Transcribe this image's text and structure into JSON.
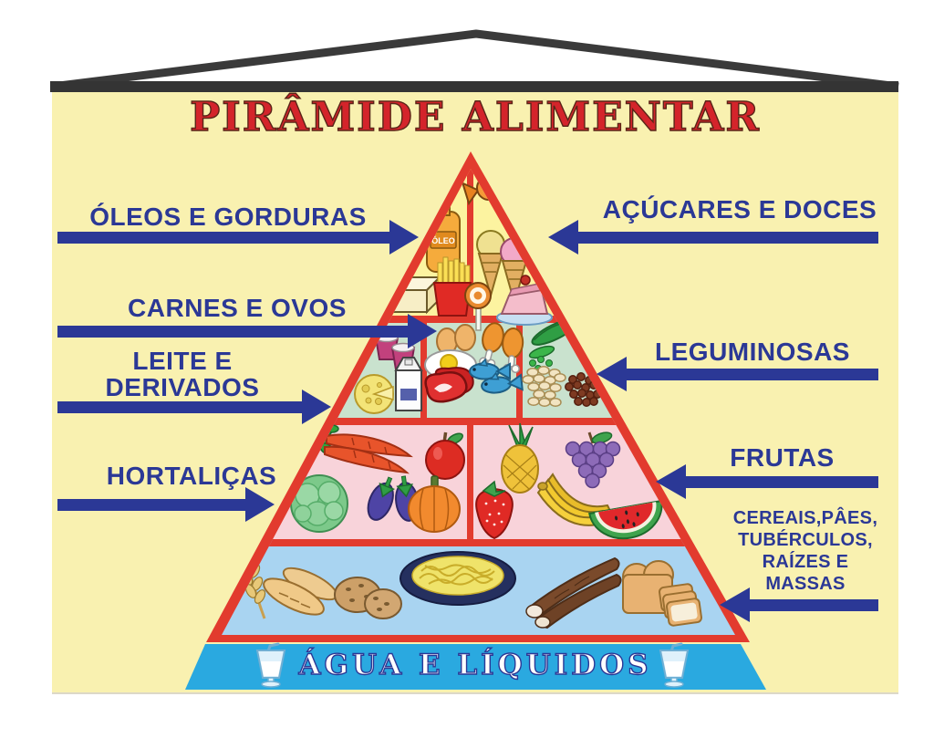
{
  "title": "PIRÂMIDE ALIMENTAR",
  "colors": {
    "poster_background": "#F9F1B0",
    "pyramid_border_red": "#E23B2E",
    "label_navy": "#2B3896",
    "title_red": "#D4242B",
    "water_band_blue": "#2AA9E0",
    "level_oils_sweets": "#FCF3A0",
    "level_dairy_meat_legumes": "#C9E2CE",
    "level_vegetables_fruits": "#F8D3DA",
    "level_cereals": "#A9D4F1"
  },
  "labels": {
    "left": [
      {
        "id": "oleos-e-gorduras",
        "lines": [
          "ÓLEOS E GORDURAS"
        ]
      },
      {
        "id": "carnes-e-ovos",
        "lines": [
          "CARNES E OVOS"
        ]
      },
      {
        "id": "leite-e-derivados",
        "lines": [
          "LEITE E",
          "DERIVADOS"
        ]
      },
      {
        "id": "hortalicas",
        "lines": [
          "HORTALIÇAS"
        ]
      }
    ],
    "right": [
      {
        "id": "acucares-e-doces",
        "lines": [
          "AÇÚCARES E DOCES"
        ]
      },
      {
        "id": "leguminosas",
        "lines": [
          "LEGUMINOSAS"
        ]
      },
      {
        "id": "frutas",
        "lines": [
          "FRUTAS"
        ]
      },
      {
        "id": "cereais-paes-tuberculos-raizes-e-massas",
        "lines": [
          "CEREAIS,PÂES,",
          "TUBÉRCULOS,",
          "RAÍZES E",
          "MASSAS"
        ]
      }
    ]
  },
  "water_band": {
    "label": "ÁGUA E LÍQUIDOS"
  },
  "pyramid": {
    "oil_bottle_label": "ÓLEO",
    "levels": [
      {
        "name": "oils-and-sweets",
        "icons": [
          "oil-bottle-icon",
          "butter-icon",
          "french-fries-icon",
          "candy-icon",
          "ice-cream-cones-icon",
          "lollipop-icon",
          "cake-slice-icon"
        ]
      },
      {
        "name": "dairy-meat-eggs-legumes",
        "icons": [
          "yogurt-cups-icon",
          "milk-carton-icon",
          "cheese-icon",
          "eggs-icon",
          "chicken-drumsticks-icon",
          "steak-icon",
          "fish-icon",
          "pea-pod-icon",
          "white-beans-icon",
          "brown-beans-icon"
        ]
      },
      {
        "name": "vegetables-and-fruits",
        "icons": [
          "carrots-icon",
          "apple-icon",
          "lettuce-icon",
          "eggplants-icon",
          "pumpkin-icon",
          "pineapple-icon",
          "grapes-icon",
          "strawberry-icon",
          "bananas-icon",
          "watermelon-icon"
        ]
      },
      {
        "name": "cereals-breads-roots-pasta",
        "icons": [
          "wheat-and-baguettes-icon",
          "bread-rolls-icon",
          "spaghetti-plate-icon",
          "cassava-icon",
          "bread-loaf-icon"
        ]
      }
    ]
  }
}
